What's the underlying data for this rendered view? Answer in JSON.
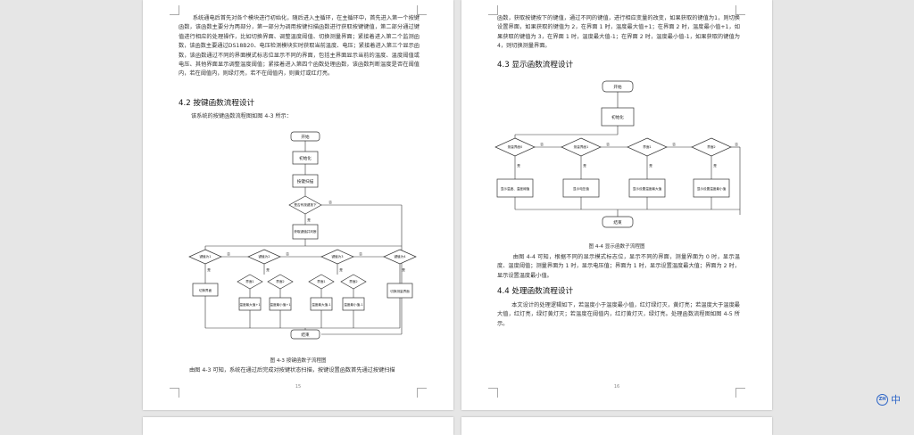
{
  "left_page": {
    "paragraph_1": "        系统通电后首先对各个模块进行初始化，随后进入主循环，在主循环中，首先进入第一个按键函数，该函数主要分为两部分，第一部分为调用按键扫描函数进行获取按键键值，第二部分通过键值进行相应的处理操作，比如切换界面、调整温度阈值、切换测量界面；紧接着进入第二个监测函数，该函数主要通过DS18B20、电压检测模块实时获取当前温度、电压；紧接着进入第三个显示函数，该函数通过不同的界面模式标志位显示不同的界面，包括主界面显示当前的温度、温度阈值或电压、其他界面显示调整温度阈值；紧接着进入第四个函数处理函数，该函数判断温度是否在阈值内，若在阈值内，则绿灯亮，若不在阈值内，则黄灯或红灯亮。",
    "heading": "4.2  按键函数流程设计",
    "intro": "该系统的按键函数流程图如图 4-3 所示：",
    "caption": "图 4-3    按键函数子流程图",
    "paragraph_2": "由图 4-3 可知，系统在通过后完成对按键状态扫描，按键设置函数首先通过按键扫描",
    "page_number": "15",
    "flow": {
      "start": "开始",
      "init": "初始化",
      "scan": "按键扫描",
      "decide": "是否有按键按下",
      "get": "获取键值并判断",
      "k1": "键值为1",
      "k2": "键值为2",
      "k3": "键值为3",
      "k4": "键值为4",
      "switch_ui": "切换界面",
      "ui1": "界面1",
      "ui2": "界面2",
      "max_plus": "温度最大值+1",
      "min_plus": "温度最小值+1",
      "max_minus": "温度最大值-1",
      "min_minus": "温度最小值-1",
      "switch_measure": "切换测量界面",
      "end": "结束",
      "yes": "是",
      "no": "否"
    }
  },
  "right_page": {
    "paragraph_1": "函数，获取按键按下的键值，通过不同的键值，进行相应变量的改变，如果获取的键值为1，则切换设置界面，如果获取的键值为 2，在界面 1 时，温度最大值+1；在界面 2 时，温度最小值+1，如果获取的键值为 3，在界面 1 时，温度最大值-1；在界面 2 时，温度最小值-1，如果获取的键值为 4，则切换测量界面。",
    "heading_1": "4.3  显示函数流程设计",
    "caption": "图 4-4    显示函数子流程图",
    "paragraph_2": "        由图 4-4 可知，根据不同的显示模式标志位，显示不同的界面，测量界面为 0 时，显示温度、温度阈值；测量界面为 1 时，显示电压值；界面为 1 时，显示设置温度最大值；界面为 2 时，显示设置温度最小值。",
    "heading_2": "4.4  处理函数流程设计",
    "paragraph_3": "        本文设计的处理逻辑如下，若温度小于温度最小值，红灯绿灯灭，黄灯亮；若温度大于温度最大值，红灯亮，绿灯黄灯灭；若温度在阈值内，红灯黄灯灭，绿灯亮。处理函数流程图如图 4-5 所示。",
    "page_number": "16",
    "flow": {
      "start": "开始",
      "init": "初始化",
      "d1": "测量界面0",
      "d2": "测量界面1",
      "d3": "界面1",
      "d4": "界面2",
      "b1": "显示温度、温度阈值",
      "b2": "显示电压值",
      "b3": "显示设置温度最大值",
      "b4": "显示设置温度最小值",
      "end": "结束",
      "yes": "是",
      "no": "否"
    }
  },
  "lang_toggle": {
    "label": "中",
    "icon_text": "ZH"
  }
}
